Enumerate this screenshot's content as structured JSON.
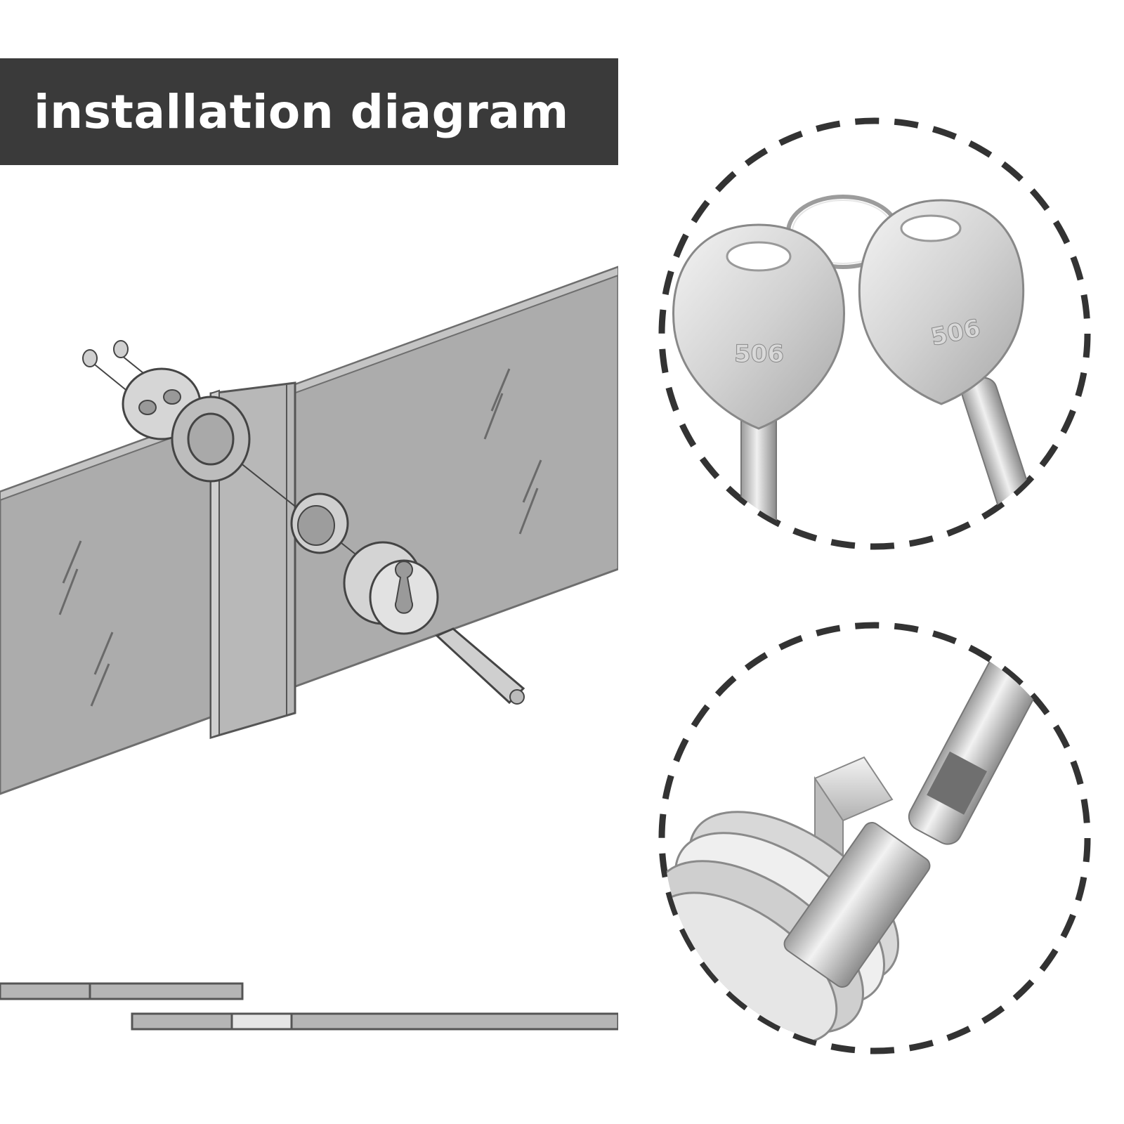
{
  "title": "installation diagram",
  "keys": {
    "left_key_number": "506",
    "right_key_number": "506"
  },
  "colors": {
    "banner": "#3a3a3a",
    "glass": "#a9a9a9",
    "dash": "#333333",
    "metal_light": "#e8e8e8",
    "metal_dark": "#8f8f8f"
  }
}
